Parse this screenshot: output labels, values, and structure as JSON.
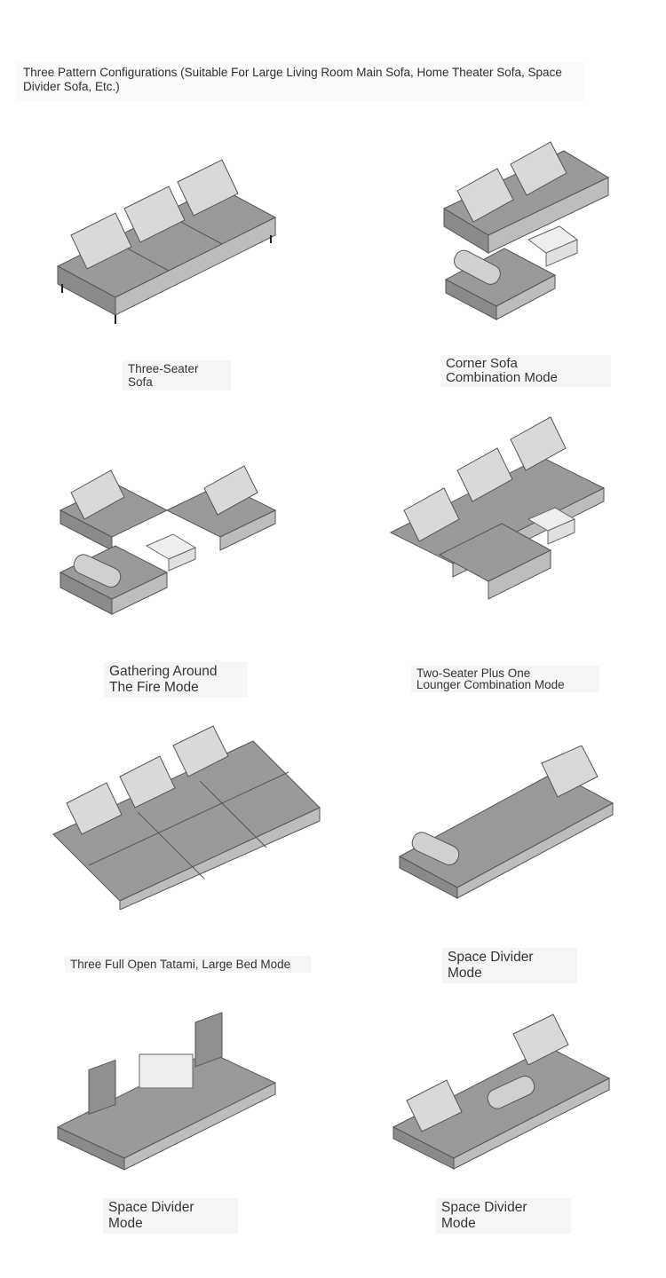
{
  "header": {
    "text": "Three Pattern Configurations (Suitable For Large Living Room Main Sofa, Home Theater Sofa, Space Divider Sofa, Etc.)"
  },
  "captions": {
    "three_seater": "Three-Seater Sofa",
    "corner_line1": "Corner Sofa",
    "corner_line2": "Combination Mode",
    "gathering_line1": "Gathering Around",
    "gathering_line2": "The Fire Mode",
    "two_seater_line1": "Two-Seater Plus One",
    "two_seater_line2": "Lounger Combination Mode",
    "tatami": "Three Full Open Tatami, Large Bed Mode",
    "divider1_line1": "Space Divider",
    "divider1_line2": "Mode",
    "divider2_line1": "Space Divider",
    "divider2_line2": "Mode",
    "divider3_line1": "Space Divider",
    "divider3_line2": "Mode"
  },
  "colors": {
    "seat_top": "#9a9a9a",
    "seat_side": "#bdbdbd",
    "seat_front": "#8a8a8a",
    "backrest": "#d9d9d9",
    "outline": "#555555",
    "table": "#e6e6e6",
    "text": "#333333"
  }
}
